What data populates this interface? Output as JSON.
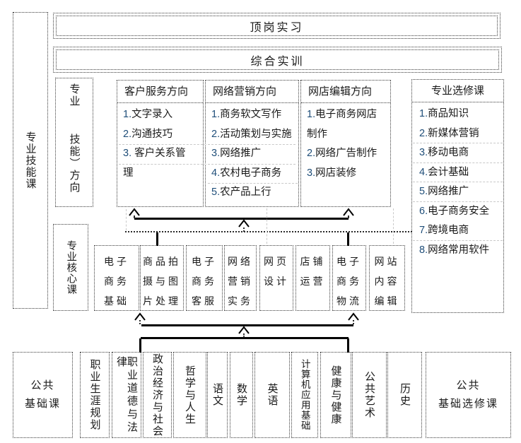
{
  "colors": {
    "list_number": "#1f4e79"
  },
  "bars": {
    "top": "顶岗实习",
    "second": "综合实训"
  },
  "left": {
    "skill_courses": "专业技能课",
    "direction_top": "专业",
    "direction_bottom": "技能）方向",
    "core_courses": "专业核心课"
  },
  "directions": [
    {
      "title": "客户服务方向",
      "items": [
        "1.文字录入",
        "2.沟通技巧",
        "3. 客户关系管理"
      ]
    },
    {
      "title": "网络营销方向",
      "items": [
        "1.商务软文写作",
        "2.活动策划与实施",
        "3.网络推广",
        "4.农村电子商务",
        "5.农产品上行"
      ]
    },
    {
      "title": "网店编辑方向",
      "items": [
        "1.电子商务网店制作",
        "2.网络广告制作",
        "3.网店装修"
      ]
    }
  ],
  "electives": {
    "title": "专业选修课",
    "items": [
      "1.商品知识",
      "2.新媒体营销",
      "3.移动电商",
      "4.会计基础",
      "5.网络推广",
      "6.电子商务安全",
      "7.跨境电商",
      "8.网络常用软件"
    ]
  },
  "core_courses": [
    [
      "电子",
      "商务",
      "基础"
    ],
    [
      "商品拍",
      "摄与图",
      "片处理"
    ],
    [
      "电子",
      "商务",
      "客服"
    ],
    [
      "网络",
      "营销",
      "实务"
    ],
    [
      "网页",
      "设计"
    ],
    [
      "店铺",
      "运营"
    ],
    [
      "电子",
      "商务",
      "物流"
    ],
    [
      "网站",
      "内容",
      "编辑"
    ]
  ],
  "public_basic": {
    "label": [
      "公共",
      "基础课"
    ],
    "courses": [
      "职业生涯规划",
      "职业道德与法律",
      "政治经济与社会",
      "哲学与人生",
      "语文",
      "数学",
      "英语",
      "计算机应用基础",
      "健康与健康",
      "公共艺术",
      "历史"
    ]
  },
  "public_elective": {
    "label": [
      "公共",
      "基础选修课"
    ]
  }
}
